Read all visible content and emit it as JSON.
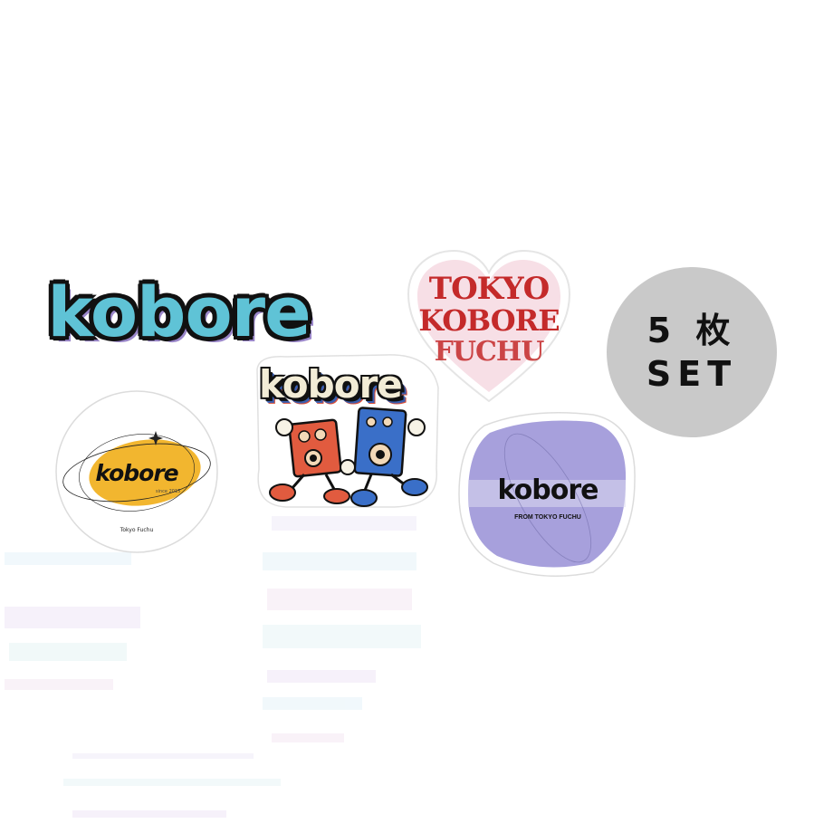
{
  "stickers": {
    "logo": {
      "text": "kobore"
    },
    "heart": {
      "lines": [
        "TOKYO",
        "KOBORE",
        "FUCHU"
      ]
    },
    "round": {
      "text": "kobore",
      "since": "since 2015",
      "city": "Tokyo Fuchu"
    },
    "characters": {
      "text": "kobore"
    },
    "purple": {
      "text": "kobore",
      "sub": "FROM TOKYO FUCHU"
    }
  },
  "badge": {
    "line1": "5 枚",
    "line2": "SET"
  },
  "colors": {
    "logo_fill": "#5fc3d6",
    "heart_red": "#c42a2a",
    "heart_bg": "#f7dfe6",
    "yellow": "#f2b62f",
    "purple": "#a7a0dc",
    "badge_gray": "#c9c9c9",
    "char_red": "#d94f3a",
    "char_blue": "#3a6fc8"
  }
}
